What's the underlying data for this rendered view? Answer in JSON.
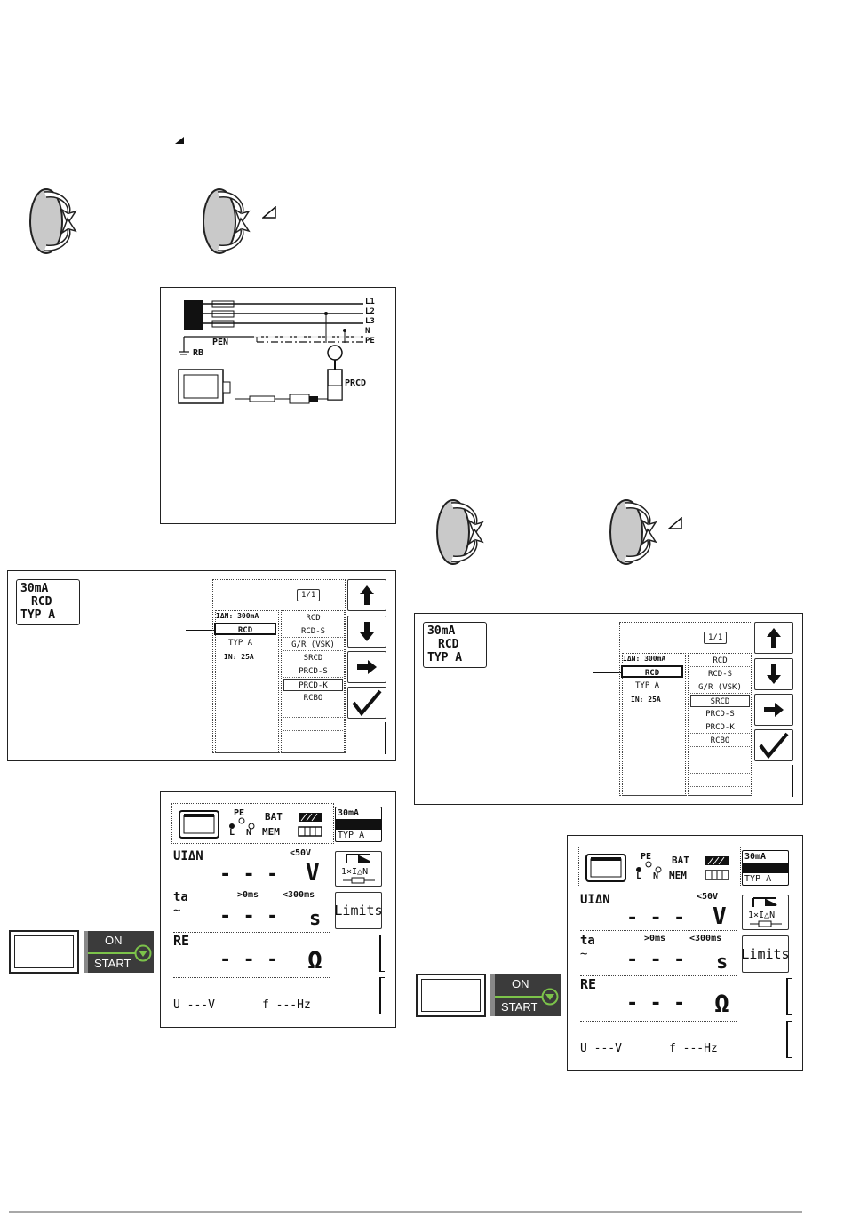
{
  "measurement": {
    "nominal_current": "30mA",
    "type": "RCD",
    "subtype": "TYP A"
  },
  "wiring_diagram": {
    "lines": [
      "L1",
      "L2",
      "L3",
      "N",
      "PE"
    ],
    "labels": {
      "pen": "PEN",
      "rb": "RB",
      "prcd": "PRCD"
    }
  },
  "select_menu": {
    "page": "1/1",
    "left_list": [
      "IΔN: 300mA",
      "RCD",
      "TYP  A",
      "IN:  25A"
    ],
    "right_list_left": [
      "RCD",
      "RCD-S",
      "G/R (VSK)",
      "SRCD",
      "PRCD-S",
      "PRCD-K",
      "RCBO"
    ],
    "right_list_right": [
      "RCD",
      "RCD-S",
      "G/R (VSK)",
      "SRCD",
      "PRCD-S",
      "PRCD-K",
      "RCBO"
    ],
    "nav_icons": [
      "arrow-up-icon",
      "arrow-down-icon",
      "arrow-right-icon",
      "checkmark-icon"
    ]
  },
  "measure_screen": {
    "bat_label": "BAT",
    "mem_label": "MEM",
    "pe_label": "PE",
    "l_label": "L",
    "n_label": "N",
    "header_value": "30mA",
    "header_sub": "TYP A",
    "uin_label": "UIΔN",
    "uin_limit": "<50V",
    "uin_value": "- - -",
    "uin_unit": "V",
    "ta_label": "ta",
    "ta_limit_min": ">0ms",
    "ta_limit_max": "<300ms",
    "ta_value": "- - -",
    "ta_unit": "s",
    "re_label": "RE",
    "re_value": "- - -",
    "re_unit": "Ω",
    "bottom_u": "U  ---V",
    "bottom_f": "f  ---Hz",
    "side_btn_1": "1×IΔN",
    "side_btn_limits": "Limits"
  },
  "start_key": {
    "on_label": "ON",
    "start_label": "START"
  },
  "colors": {
    "start_green": "#7cc34a",
    "start_bg": "#3b3b3b",
    "footer_line": "#a8a8a8"
  }
}
